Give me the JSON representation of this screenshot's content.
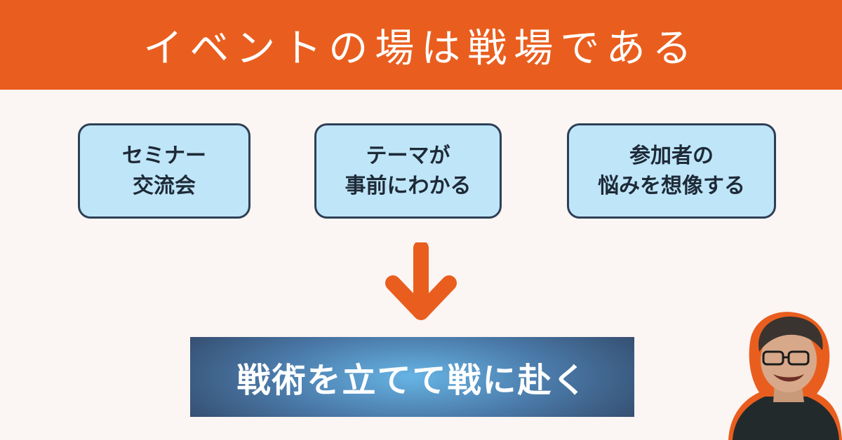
{
  "banner": {
    "title": "イベントの場は戦場である"
  },
  "cards": [
    {
      "line1": "セミナー",
      "line2": "交流会"
    },
    {
      "line1": "テーマが",
      "line2": "事前にわかる"
    },
    {
      "line1": "参加者の",
      "line2": "悩みを想像する"
    }
  ],
  "cta": {
    "label": "戦術を立てて戦に赴く"
  },
  "colors": {
    "banner_bg": "#e95e1e",
    "card_bg": "#bfe6f8",
    "card_border": "#2e3f55",
    "arrow": "#e95e1e",
    "page_bg": "#fbf5f3"
  }
}
